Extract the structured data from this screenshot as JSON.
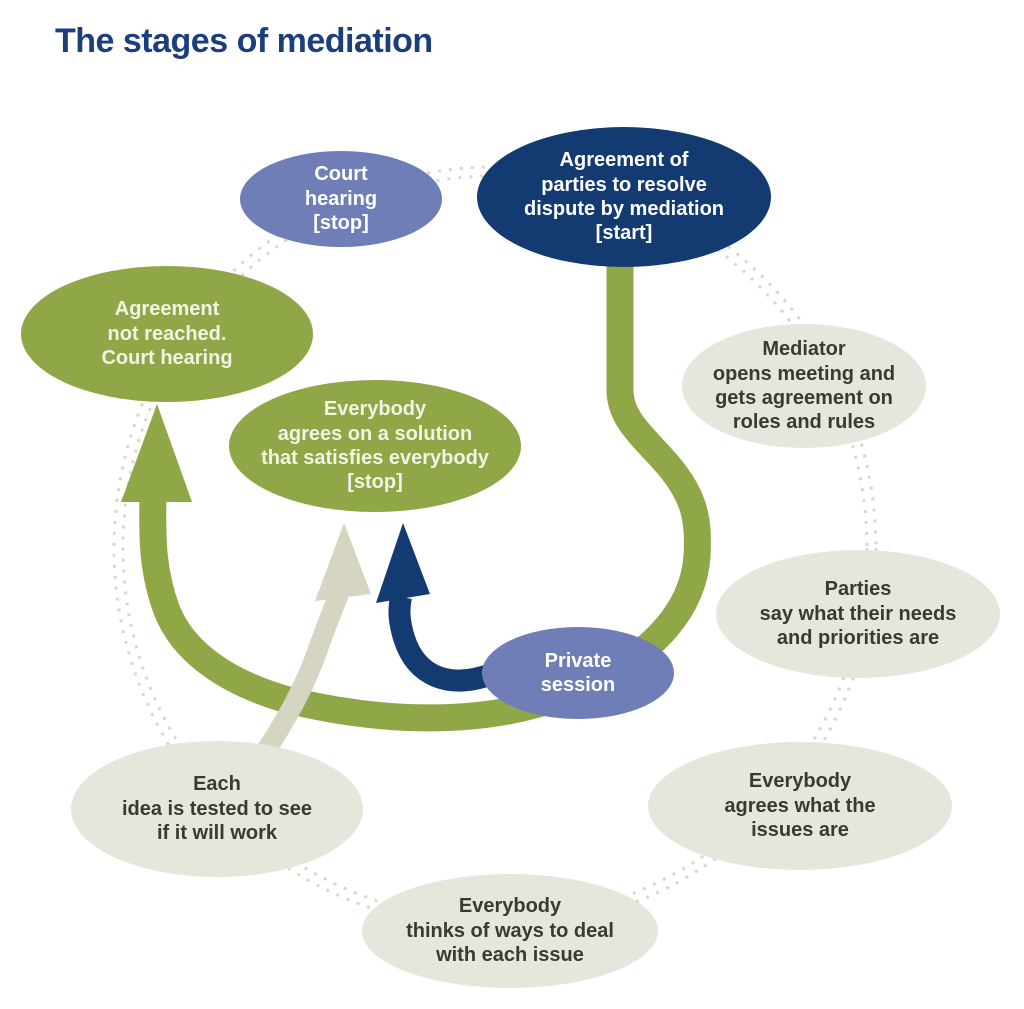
{
  "title": "The stages of mediation",
  "colors": {
    "title_text": "#1b3e7c",
    "navy_node": "#143a72",
    "slate_node": "#6f7eb6",
    "green_node": "#8fa746",
    "gray_node": "#e5e6dc",
    "gray_node_text": "#3a3a32",
    "green_arrow": "#8fa746",
    "beige_arrow": "#d5d5c2",
    "blue_arrow": "#143a72",
    "dotted_guide": "#d8d8ca"
  },
  "nodes": {
    "start": {
      "label": "Agreement of\nparties to resolve\ndispute by mediation\n[start]"
    },
    "court_hearing": {
      "label": "Court\nhearing\n[stop]"
    },
    "not_reached": {
      "label": "Agreement\nnot reached.\nCourt hearing"
    },
    "solution": {
      "label": "Everybody\nagrees on a solution\nthat satisfies everybody\n[stop]"
    },
    "mediator": {
      "label": "Mediator\nopens meeting and\ngets agreement on\nroles and rules"
    },
    "parties": {
      "label": "Parties\nsay what their needs\nand priorities are"
    },
    "issues": {
      "label": "Everybody\nagrees what the\nissues are"
    },
    "ideas": {
      "label": "Everybody\nthinks of ways to deal\nwith each issue"
    },
    "testing": {
      "label": "Each\nidea is tested to see\nif it will work"
    },
    "private_session": {
      "label": "Private\nsession"
    }
  }
}
